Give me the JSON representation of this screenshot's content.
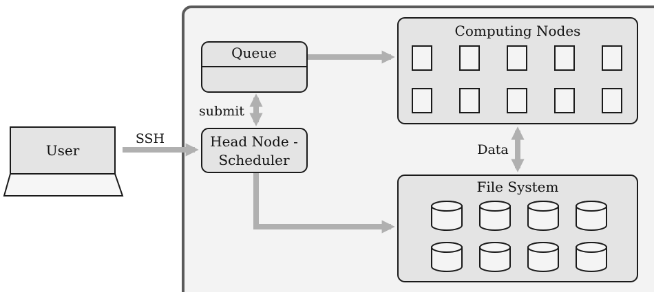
{
  "user": {
    "label": "User"
  },
  "ssh": {
    "label": "SSH"
  },
  "queue": {
    "label": "Queue"
  },
  "submit": {
    "label": "submit"
  },
  "head_node": {
    "line1": "Head Node -",
    "line2": "Scheduler"
  },
  "computing": {
    "title": "Computing Nodes",
    "node_count": 10
  },
  "data_link": {
    "label": "Data"
  },
  "file_system": {
    "title": "File System",
    "disk_count": 8
  },
  "colors": {
    "frame_fill": "#f3f3f3",
    "frame_stroke": "#5a5a5a",
    "box_fill": "#e4e4e4",
    "node_fill": "#f4f4f4",
    "arrow": "#b0b0b0",
    "line": "#1a1a1a"
  }
}
